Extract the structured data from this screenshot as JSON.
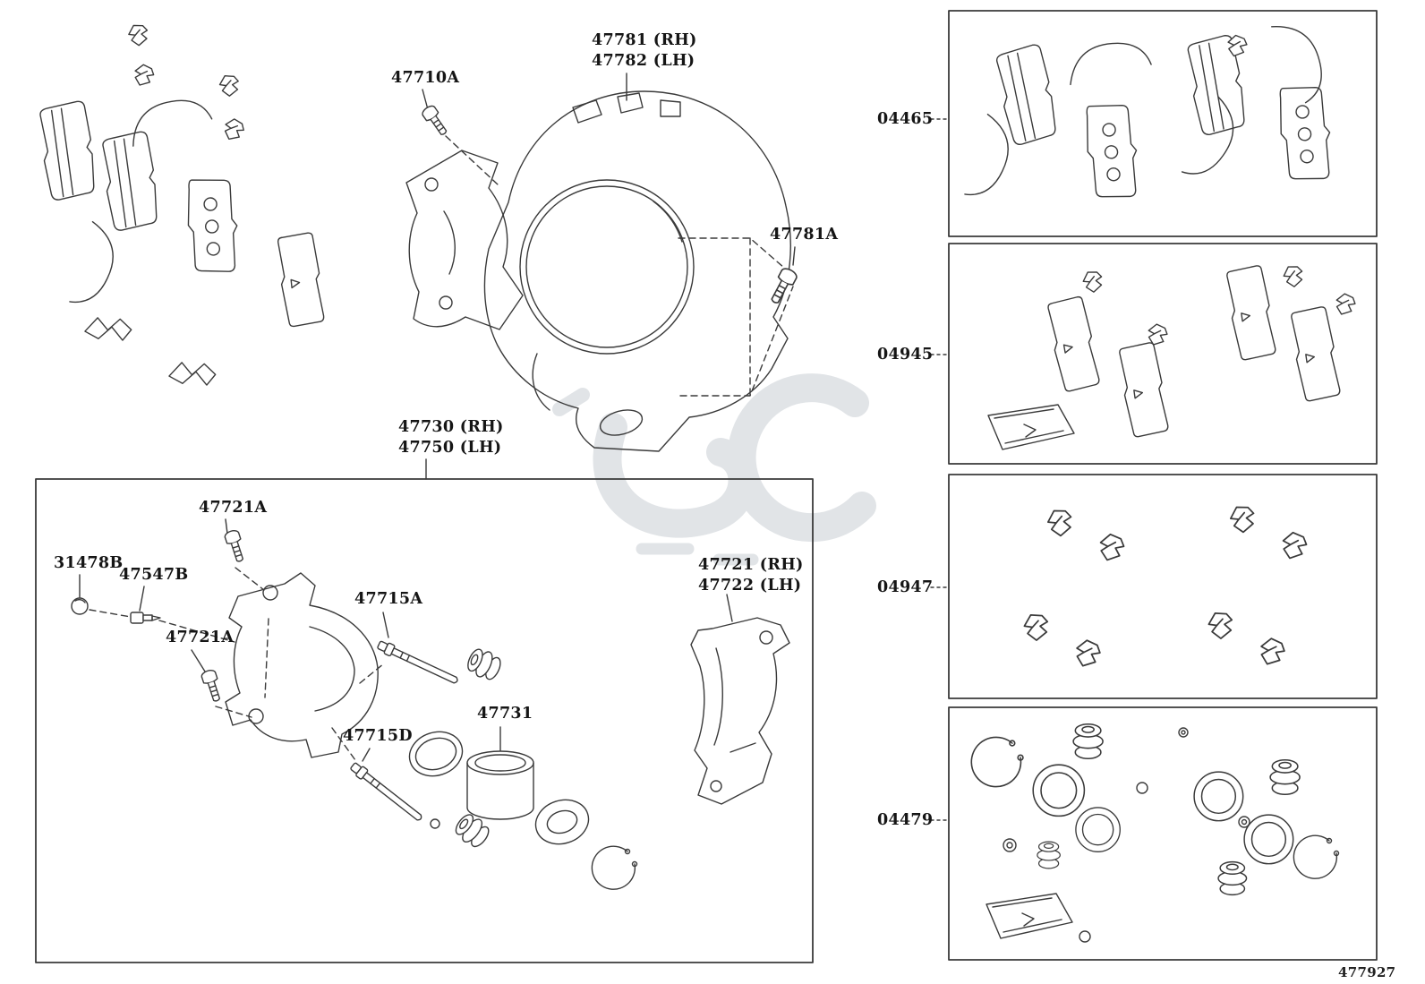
{
  "page": {
    "diagram_number": "477927",
    "line_color": "#3a3a3a",
    "watermark_color": "#e1e4e7",
    "background": "#ffffff"
  },
  "labels": {
    "bolt_top": "47710A",
    "dust_cover_rh": "47781 (RH)",
    "dust_cover_lh": "47782 (LH)",
    "cover_bolt": "47781A",
    "caliper_assy_rh": "47730 (RH)",
    "caliper_assy_lh": "47750 (LH)",
    "bleeder_plug": "31478B",
    "bleeder_screw": "47547B",
    "caliper_bolt_1": "47721A",
    "caliper_bolt_2": "47721A",
    "slide_pin_upper": "47715A",
    "slide_pin_lower": "47715D",
    "piston": "47731",
    "bracket_rh": "47721 (RH)",
    "bracket_lh": "47722 (LH)"
  },
  "kits": [
    {
      "code": "04465"
    },
    {
      "code": "04945"
    },
    {
      "code": "04947"
    },
    {
      "code": "04479"
    }
  ]
}
